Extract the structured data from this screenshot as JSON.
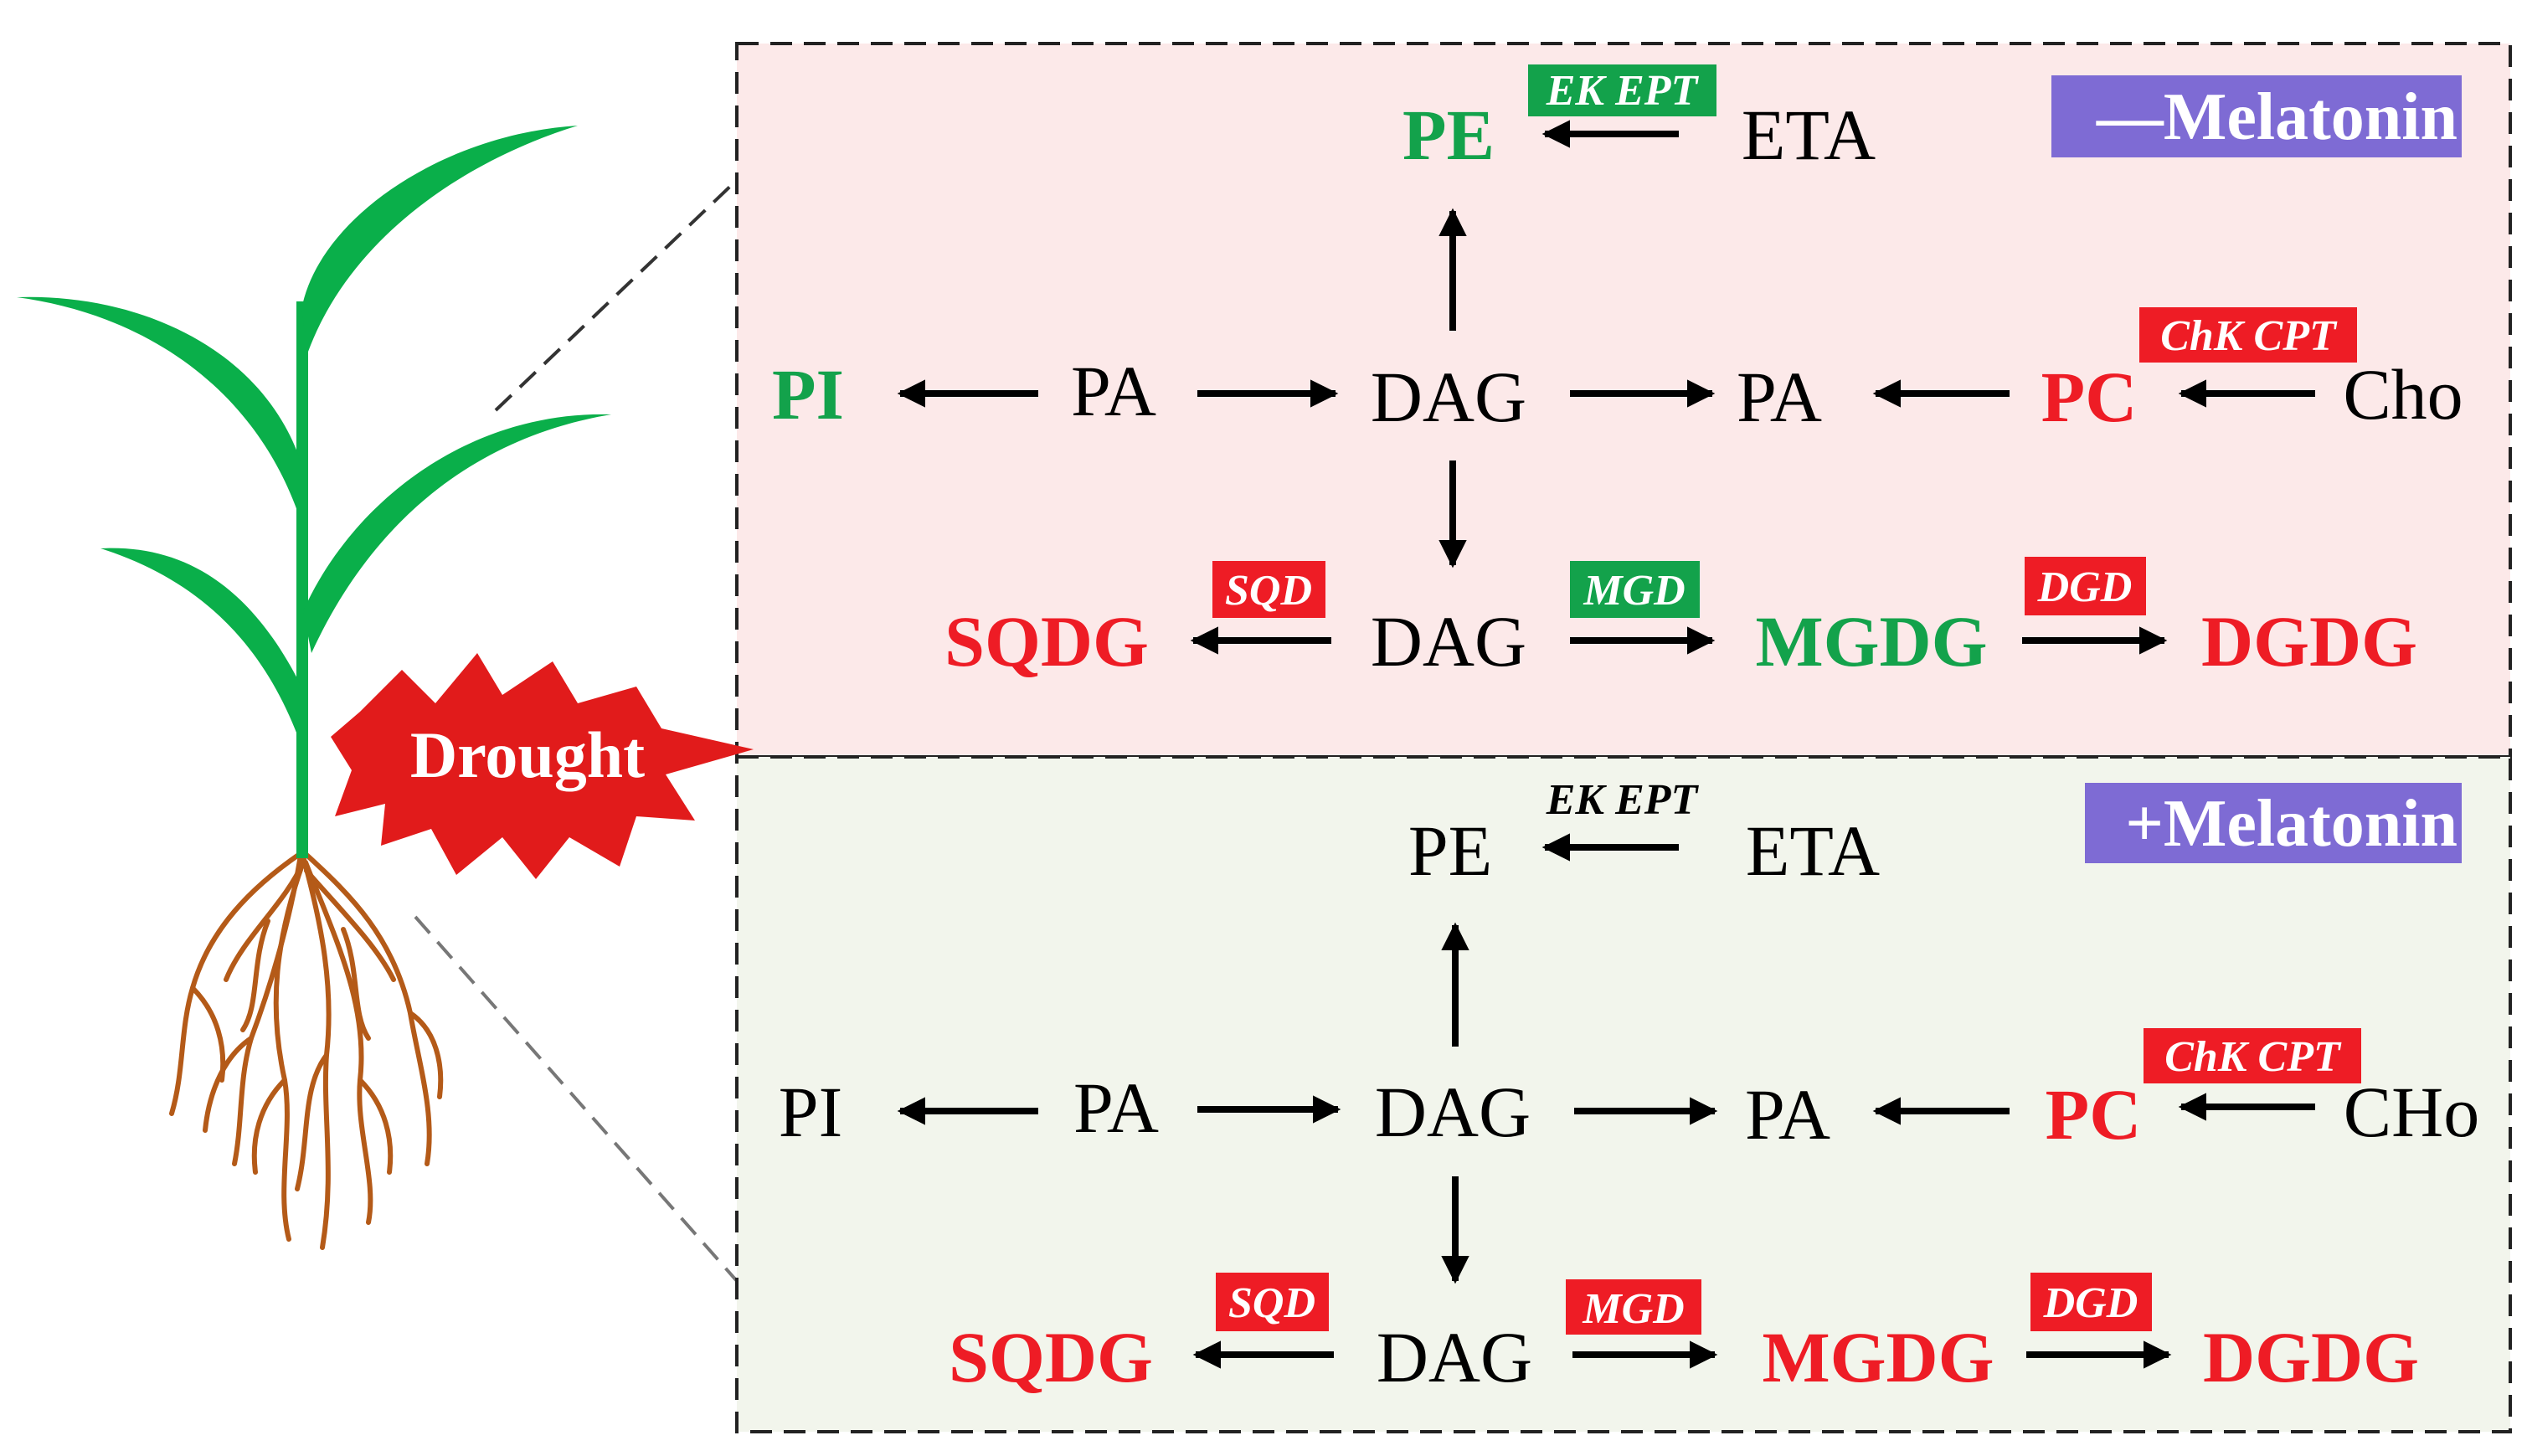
{
  "colors": {
    "up": "#ee1c25",
    "down": "#13a24b",
    "neutral": "#000000",
    "panel_minus_bg": "#fce9e9",
    "panel_plus_bg": "#f2f5ec",
    "title_bg": "#7e6bd4",
    "leaf": "#0aaf4a",
    "root": "#b45a18",
    "burst": "#e11b1b"
  },
  "stress_label": "Drought",
  "panels": [
    {
      "id": "minus",
      "title": "—Melatonin",
      "nodes": {
        "pe": {
          "text": "PE",
          "status": "down"
        },
        "eta": {
          "text": "ETA",
          "status": "neutral"
        },
        "pi": {
          "text": "PI",
          "status": "down"
        },
        "pa_left": {
          "text": "PA",
          "status": "neutral"
        },
        "dag_top": {
          "text": "DAG",
          "status": "neutral"
        },
        "pa_right": {
          "text": "PA",
          "status": "neutral"
        },
        "pc": {
          "text": "PC",
          "status": "up"
        },
        "cho": {
          "text": "Cho",
          "status": "neutral"
        },
        "sqdg": {
          "text": "SQDG",
          "status": "up"
        },
        "dag_bottom": {
          "text": "DAG",
          "status": "neutral"
        },
        "mgdg": {
          "text": "MGDG",
          "status": "down"
        },
        "dgdg": {
          "text": "DGDG",
          "status": "up"
        }
      },
      "enzymes": {
        "ek_ept": {
          "text": "EK EPT",
          "status": "down"
        },
        "chk_cpt": {
          "text": "ChK CPT",
          "status": "up"
        },
        "sqd": {
          "text": "SQD",
          "status": "up"
        },
        "mgd": {
          "text": "MGD",
          "status": "down"
        },
        "dgd": {
          "text": "DGD",
          "status": "up"
        }
      }
    },
    {
      "id": "plus",
      "title": "+Melatonin",
      "nodes": {
        "pe": {
          "text": "PE",
          "status": "neutral"
        },
        "eta": {
          "text": "ETA",
          "status": "neutral"
        },
        "pi": {
          "text": "PI",
          "status": "neutral"
        },
        "pa_left": {
          "text": "PA",
          "status": "neutral"
        },
        "dag_top": {
          "text": "DAG",
          "status": "neutral"
        },
        "pa_right": {
          "text": "PA",
          "status": "neutral"
        },
        "pc": {
          "text": "PC",
          "status": "up"
        },
        "cho": {
          "text": "CHo",
          "status": "neutral"
        },
        "sqdg": {
          "text": "SQDG",
          "status": "up"
        },
        "dag_bottom": {
          "text": "DAG",
          "status": "neutral"
        },
        "mgdg": {
          "text": "MGDG",
          "status": "up"
        },
        "dgdg": {
          "text": "DGDG",
          "status": "up"
        }
      },
      "enzymes": {
        "ek_ept": {
          "text": "EK EPT",
          "status": "neutral"
        },
        "chk_cpt": {
          "text": "ChK CPT",
          "status": "up"
        },
        "sqd": {
          "text": "SQD",
          "status": "up"
        },
        "mgd": {
          "text": "MGD",
          "status": "up"
        },
        "dgd": {
          "text": "DGD",
          "status": "up"
        }
      }
    }
  ]
}
